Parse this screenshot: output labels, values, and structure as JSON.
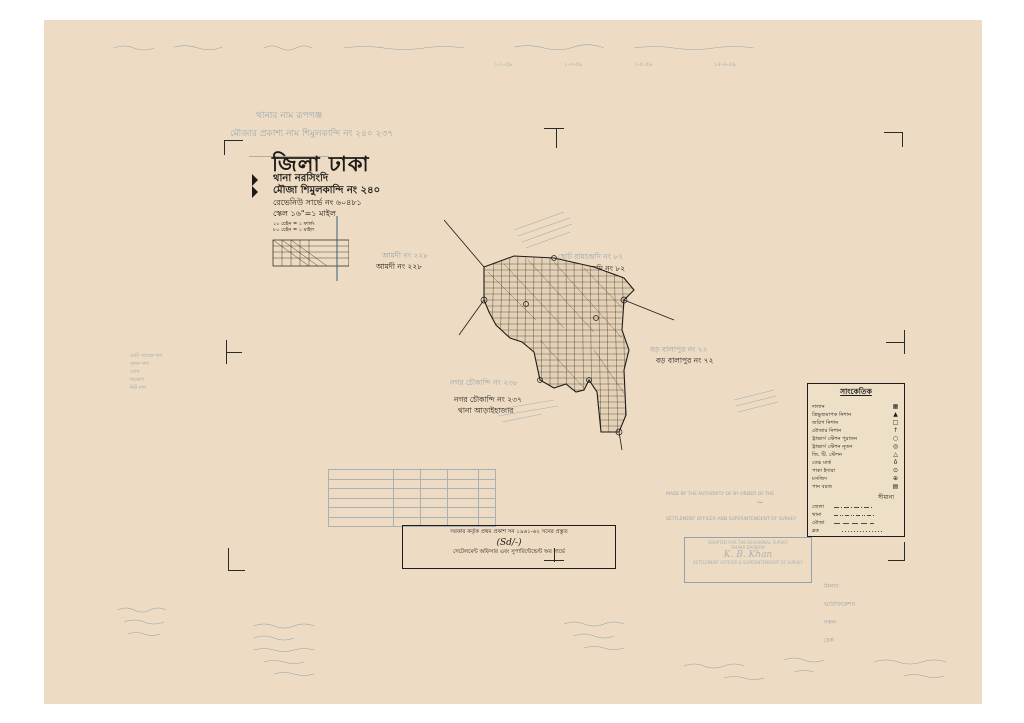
{
  "header_faint": {
    "thana_line": "থানার নাম রূপগঞ্জ",
    "mouza_line": "মৌজার প্রকাশ্য নাম শিমুলকান্দি নং ২৪০ ২৩৭"
  },
  "title_block": {
    "district": "জিলা ঢাকা",
    "thana": "থানা নরসিংদি",
    "mouza": "মৌজা শিমুলকান্দি নং ২৪০",
    "revenue_survey": "রেভেনিউ সার্ভে নং ৬০৪৮১",
    "scale": "স্কেল ১৬\"=১ মাইল",
    "scale_note_1": "১০ চেইন = ১ ফার্লং",
    "scale_note_2": "৮০ চেইন = ১ মাইল"
  },
  "neighbors": {
    "west": "আমদী নং ২২৮",
    "north": "ছোট রামচন্দ্রদি নং ৮২",
    "east": "বড় বালাপুর নং ৭২",
    "south_1": "নগর চৌকান্দি নং ২৩৭",
    "south_2": "থানা আড়াইহাজার"
  },
  "neighbors_faint": {
    "west": "আমদী নং ২২৮",
    "north": "ছোট রামচন্দ্রদি নং ৮২",
    "east": "বড় বালাপুর নং ৭২",
    "south": "নগর চৌকান্দি নং ২৩৮"
  },
  "legend": {
    "title": "সাংকেতিক",
    "items": [
      {
        "label": "দালান",
        "symbol": "▦"
      },
      {
        "label": "ত্রিভুজমাপক নিশান",
        "symbol": "▲"
      },
      {
        "label": "জরিপ নিশান",
        "symbol": "□"
      },
      {
        "label": "মৌজার নিশান",
        "symbol": "↑"
      },
      {
        "label": "ট্রাভার্স স্টেশন পুরাতন",
        "symbol": "○"
      },
      {
        "label": "ট্রাভার্স স্টেশন নূতন",
        "symbol": "◎"
      },
      {
        "label": "জি. টি. স্টেশন",
        "symbol": "△"
      },
      {
        "label": "বেঞ্চ মার্ক",
        "symbol": "ô"
      },
      {
        "label": "পাকা ইদারা",
        "symbol": "⊙"
      },
      {
        "label": "মসজিদ",
        "symbol": "⊕"
      },
      {
        "label": "পান বরজ",
        "symbol": "▤"
      }
    ],
    "subhead": "সীমানা",
    "boundaries": [
      {
        "label": "জেলা"
      },
      {
        "label": "থানা"
      },
      {
        "label": "মৌজা"
      },
      {
        "label": "ব্লক"
      }
    ]
  },
  "stamp": {
    "line1": "সরকার কর্তৃক প্রথম প্রকাশ সন ১৯৬১-৬২ সনের প্রস্তুত",
    "signature": "(Sd/-)",
    "line3": "সেটেলমেন্ট অফিসার এবং সুপারিন্টেন্ডেন্ট অব সার্ভে"
  },
  "authority_faint": {
    "line1": "MADE BY THE AUTHORITY OF BY ORDER OF THE",
    "line2": "SETTLEMENT OFFICER AND SUPERINTENDENT OF SURVEY"
  },
  "adopted_box": {
    "line1": "ADOPTED FOR THE REVISIONAL SURVEY",
    "line2": "DHAKA DIVISION",
    "signature": "K. B. Khan",
    "line4": "SETTLEMENT OFFICER & SUPERINTENDENT OF SURVEY"
  },
  "top_dates": [
    "১-১-৫৯",
    "১-৩-৫৯",
    "১-৫-৫৯",
    "১৫-৬-৫৯"
  ],
  "left_notes": [
    "মোট সাবেক দাগ",
    "নূতন দাগ",
    "যোগ",
    "বিয়োগ",
    "নিট দাগ"
  ],
  "right_notes": [
    "মিলান",
    "ভারিফিকেশন",
    "নকল",
    "চেক"
  ],
  "colors": {
    "paper": "#eddcc3",
    "ink": "#1d1a18",
    "faint_ink": "#7c95a8"
  }
}
